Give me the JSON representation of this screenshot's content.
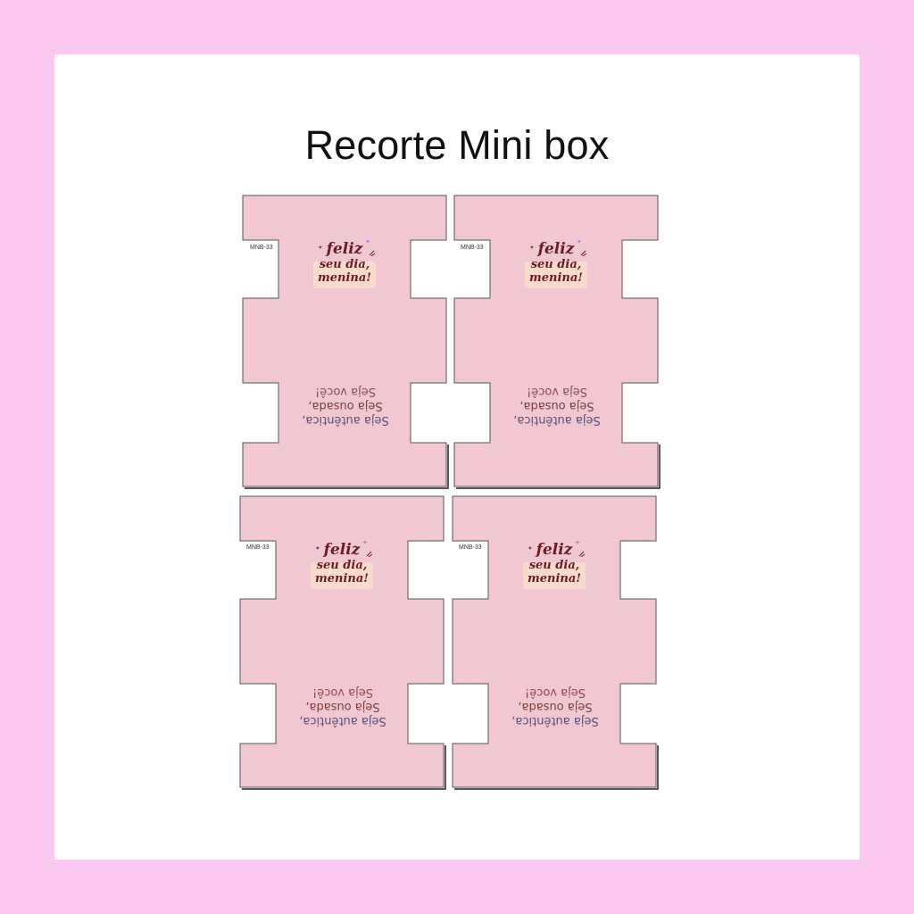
{
  "title": "Recorte Mini box",
  "colors": {
    "border": "#fcc8ef",
    "paper": "#ffffff",
    "card": "#f2c9d2",
    "greeting_text": "#6b1b26",
    "greeting_highlight": "#f7dccd"
  },
  "cards": [
    {
      "code": "MNB-33",
      "greeting": {
        "line1": "feliz",
        "line2": "seu dia,",
        "line3": "menina!"
      },
      "message": {
        "line1": "Seja autêntica,",
        "line2": "Seja ousada,",
        "line3": "Seja você!"
      }
    },
    {
      "code": "MNB-33",
      "greeting": {
        "line1": "feliz",
        "line2": "seu dia,",
        "line3": "menina!"
      },
      "message": {
        "line1": "Seja autêntica,",
        "line2": "Seja ousada,",
        "line3": "Seja você!"
      }
    },
    {
      "code": "MNB-33",
      "greeting": {
        "line1": "feliz",
        "line2": "seu dia,",
        "line3": "menina!"
      },
      "message": {
        "line1": "Seja autêntica,",
        "line2": "Seja ousada,",
        "line3": "Seja você!"
      }
    },
    {
      "code": "MNB-33",
      "greeting": {
        "line1": "feliz",
        "line2": "seu dia,",
        "line3": "menina!"
      },
      "message": {
        "line1": "Seja autêntica,",
        "line2": "Seja ousada,",
        "line3": "Seja você!"
      }
    }
  ]
}
